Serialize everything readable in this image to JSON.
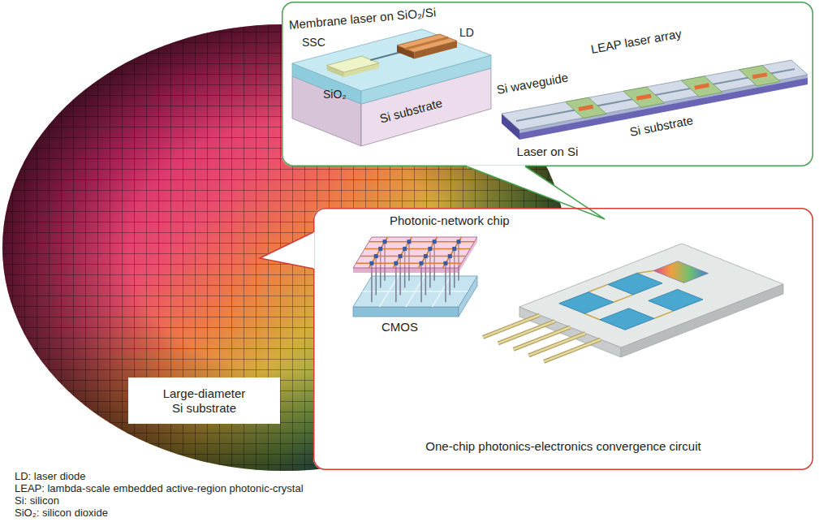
{
  "diagram": {
    "nodes": [
      {
        "text": [
          "Laser on Si"
        ]
      },
      {
        "text": [
          "One-chip photonics-electronics convergence circuit"
        ]
      },
      {
        "text": [
          "Large-diameter Si substrate"
        ]
      }
    ],
    "labels": [
      "Membrane laser on SiO₂/Si",
      "SSC",
      "LD",
      "SiO₂",
      "Si substrate",
      "LEAP laser array",
      "Si waveguide",
      "Si substrate",
      "Photonic-network chip",
      "CMOS",
      "LD: laser diode",
      "LEAP: lambda-scale embedded active-region photonic-crystal",
      "Si: silicon",
      "SiO₂: silicon dioxide"
    ]
  }
}
